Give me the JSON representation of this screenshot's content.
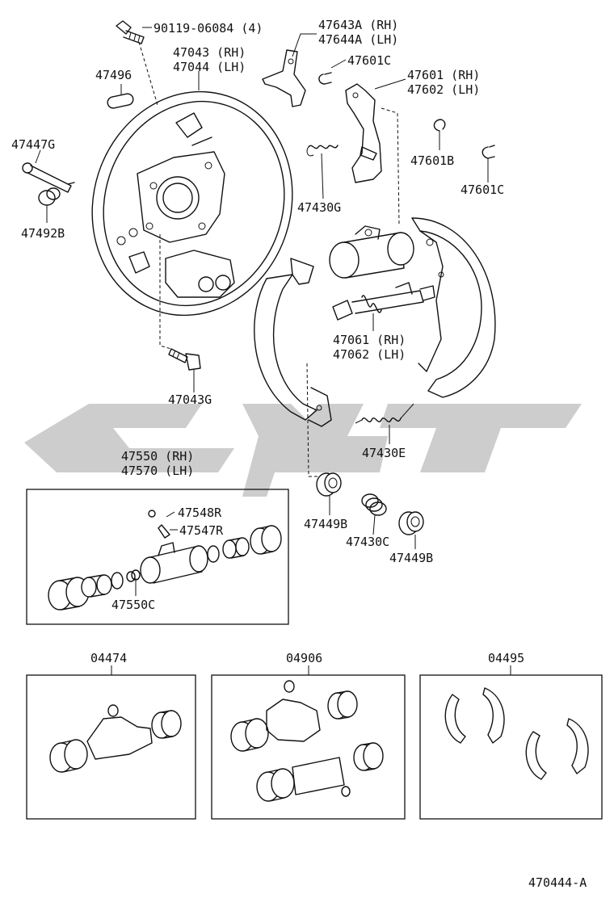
{
  "diagram": {
    "code": "470444-A",
    "callouts": [
      {
        "id": "c1",
        "lines": [
          "90119-06084 (4)"
        ]
      },
      {
        "id": "c2",
        "lines": [
          "47643A (RH)",
          "47644A (LH)"
        ]
      },
      {
        "id": "c3",
        "lines": [
          "47043 (RH)",
          "47044 (LH)"
        ]
      },
      {
        "id": "c4",
        "lines": [
          "47496"
        ]
      },
      {
        "id": "c5",
        "lines": [
          "47601C"
        ]
      },
      {
        "id": "c6",
        "lines": [
          "47601 (RH)",
          "47602 (LH)"
        ]
      },
      {
        "id": "c7",
        "lines": [
          "47447G"
        ]
      },
      {
        "id": "c8",
        "lines": [
          "47601B"
        ]
      },
      {
        "id": "c9",
        "lines": [
          "47601C"
        ]
      },
      {
        "id": "c10",
        "lines": [
          "47492B"
        ]
      },
      {
        "id": "c11",
        "lines": [
          "47430G"
        ]
      },
      {
        "id": "c12",
        "lines": [
          "47061 (RH)",
          "47062 (LH)"
        ]
      },
      {
        "id": "c13",
        "lines": [
          "47043G"
        ]
      },
      {
        "id": "c14",
        "lines": [
          "47430E"
        ]
      },
      {
        "id": "c15",
        "lines": [
          "47550 (RH)",
          "47570 (LH)"
        ]
      },
      {
        "id": "c16",
        "lines": [
          "47548R"
        ]
      },
      {
        "id": "c17",
        "lines": [
          "47547R"
        ]
      },
      {
        "id": "c18",
        "lines": [
          "47550C"
        ]
      },
      {
        "id": "c19",
        "lines": [
          "47449B"
        ]
      },
      {
        "id": "c20",
        "lines": [
          "47430C"
        ]
      },
      {
        "id": "c21",
        "lines": [
          "47449B"
        ]
      },
      {
        "id": "c22",
        "lines": [
          "04474"
        ]
      },
      {
        "id": "c23",
        "lines": [
          "04906"
        ]
      },
      {
        "id": "c24",
        "lines": [
          "04495"
        ]
      }
    ]
  }
}
